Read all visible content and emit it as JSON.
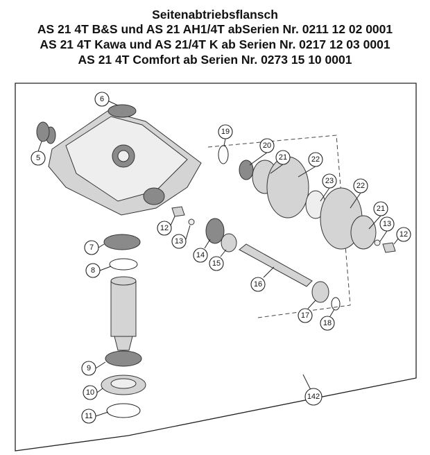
{
  "title": {
    "lines": [
      "Seitenabtriebsflansch",
      "AS 21 4T B&S und AS 21 AH1/4T abSerien Nr. 0211 12 02 0001",
      "AS 21 4T Kawa und AS 21/4T K ab Serien Nr. 0217 12 03 0001",
      "AS 21 4T Comfort ab Serien Nr. 0273 15 10 0001"
    ]
  },
  "callouts": [
    "6",
    "5",
    "19",
    "20",
    "21",
    "22",
    "23",
    "22",
    "21",
    "13",
    "12",
    "12",
    "13",
    "7",
    "8",
    "14",
    "15",
    "16",
    "17",
    "18",
    "9",
    "10",
    "11",
    "142"
  ]
}
